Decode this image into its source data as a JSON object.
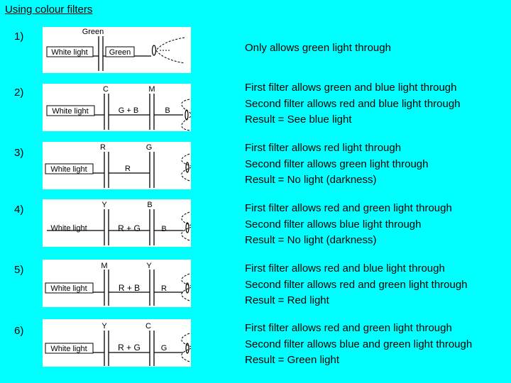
{
  "title": "Using colour filters",
  "rows": [
    {
      "number": "1)",
      "diagram": {
        "source_label": "White light",
        "filters": [
          "Green"
        ],
        "between": "Green",
        "after": ""
      },
      "lines": [
        "Only allows green light through"
      ]
    },
    {
      "number": "2)",
      "diagram": {
        "source_label": "White light",
        "filters": [
          "C",
          "M"
        ],
        "between": "G + B",
        "after": "B"
      },
      "lines": [
        "First filter allows green and blue light through",
        "Second filter allows red and blue light through",
        "Result = See blue light"
      ]
    },
    {
      "number": "3)",
      "diagram": {
        "source_label": "White light",
        "filters": [
          "R",
          "G"
        ],
        "between": "R",
        "after": ""
      },
      "lines": [
        "First filter allows red light through",
        "Second filter allows green light through",
        "Result = No light (darkness)"
      ]
    },
    {
      "number": "4)",
      "diagram": {
        "source_label": "White light",
        "filters": [
          "Y",
          "B"
        ],
        "between": "R + G",
        "after": "B"
      },
      "lines": [
        "First filter allows red and green light through",
        "Second filter allows blue light through",
        "Result = No light (darkness)"
      ]
    },
    {
      "number": "5)",
      "diagram": {
        "source_label": "White light",
        "filters": [
          "M",
          "Y"
        ],
        "between": "R + B",
        "after": "R"
      },
      "lines": [
        "First filter allows red and blue light through",
        "Second filter allows red and green light through",
        "Result = Red light"
      ]
    },
    {
      "number": "6)",
      "diagram": {
        "source_label": "White light",
        "filters": [
          "Y",
          "C"
        ],
        "between": "R + G",
        "after": "G"
      },
      "lines": [
        "First filter allows red and green light through",
        "Second filter allows blue and green light through",
        "Result = Green light"
      ]
    }
  ]
}
